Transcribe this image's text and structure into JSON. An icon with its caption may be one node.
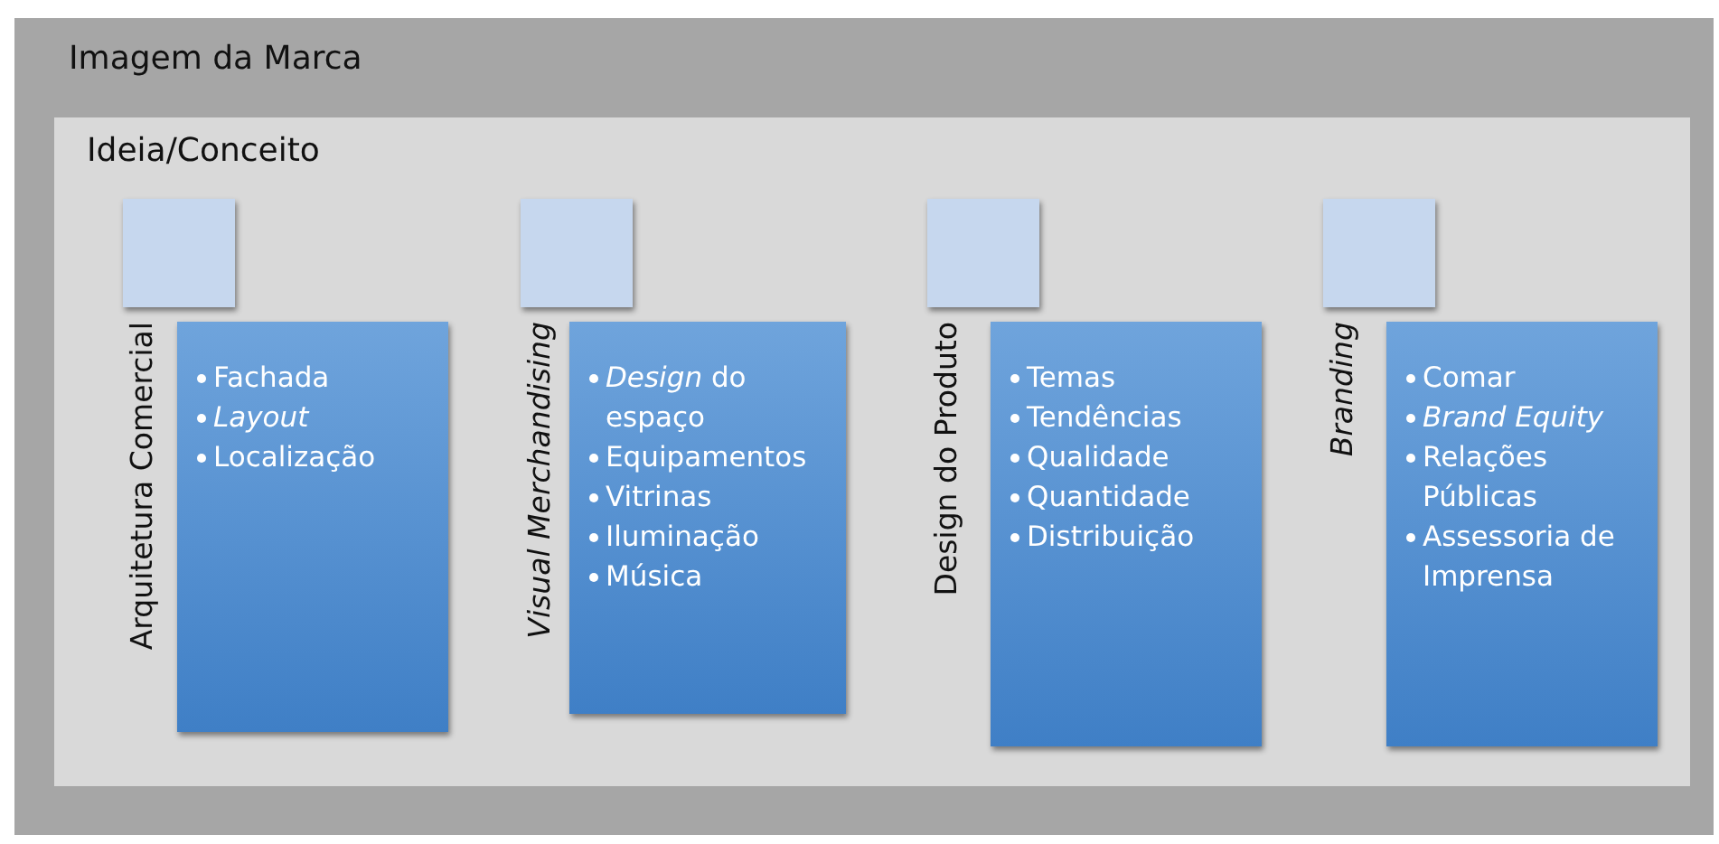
{
  "diagram": {
    "nodes": [
      {
        "text": [
          "Imagem da Marca"
        ]
      },
      {
        "text": [
          "Ideia/Conceito"
        ],
        "in": 0
      },
      {
        "text": [],
        "shape": "box",
        "in": 1
      },
      {
        "text": [
          "Arquitetura Comercial",
          "Fachada",
          "Layout",
          "Localização"
        ],
        "in": 1
      },
      {
        "text": [],
        "shape": "box",
        "in": 1
      },
      {
        "text": [
          "Visual Merchandising",
          "*Design* do espaço",
          "Equipamentos",
          "Vitrinas",
          "Iluminação",
          "Música"
        ],
        "in": 1
      },
      {
        "text": [],
        "shape": "box",
        "in": 1
      },
      {
        "text": [
          "Design do Produto",
          "Temas",
          "Tendências",
          "Qualidade",
          "Quantidade",
          "Distribuição"
        ],
        "in": 1
      },
      {
        "text": [],
        "shape": "box",
        "in": 1
      },
      {
        "text": [
          "Branding",
          "Comar",
          "Brand Equity",
          "Relações Públicas",
          "Assessoria de Imprensa"
        ],
        "in": 1
      }
    ],
    "edges": []
  }
}
